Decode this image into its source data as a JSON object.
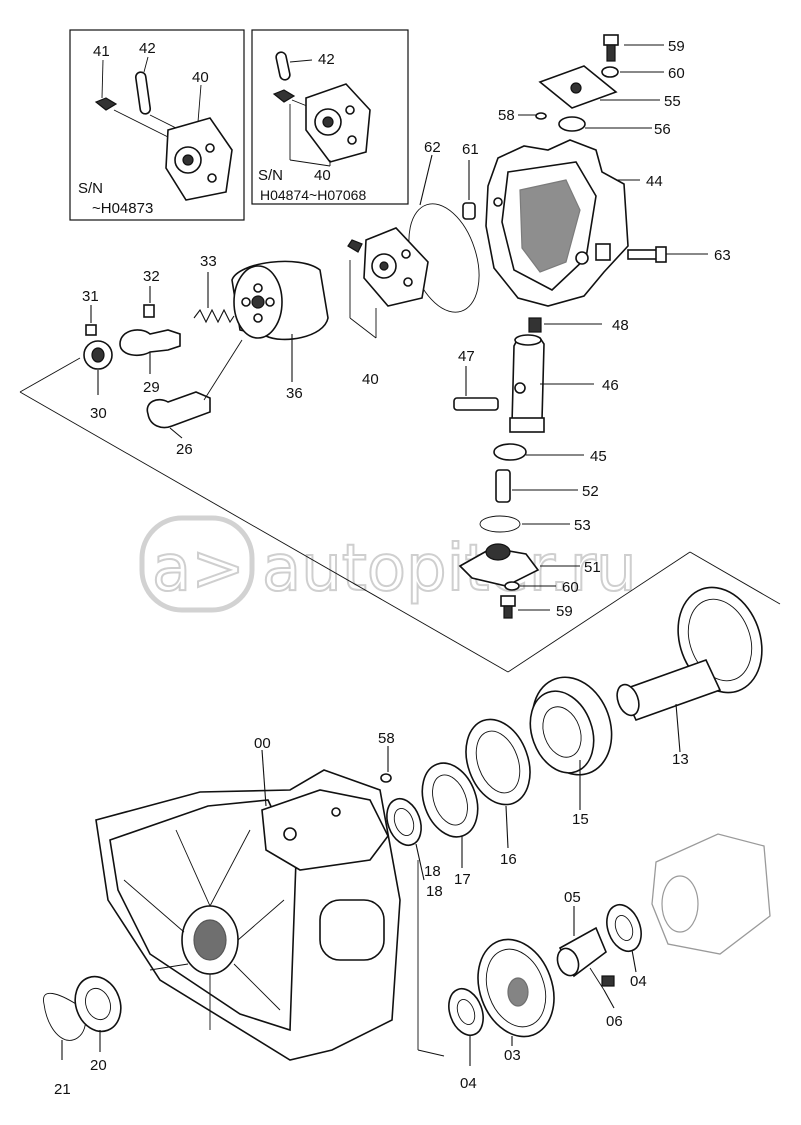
{
  "watermark": {
    "symbol": "a>",
    "text": "autopiter.ru"
  },
  "inset_boxes": [
    {
      "serial_title": "S/N",
      "serial_range": "~H04873",
      "labels": [
        "41",
        "42",
        "40"
      ]
    },
    {
      "serial_title": "S/N",
      "serial_range": "H04874~H07068",
      "labels": [
        "42",
        "40"
      ]
    }
  ],
  "part_labels": {
    "p59a": "59",
    "p60a": "60",
    "p55": "55",
    "p58a": "58",
    "p56": "56",
    "p62": "62",
    "p61": "61",
    "p44": "44",
    "p63": "63",
    "p31": "31",
    "p32": "32",
    "p33": "33",
    "p29": "29",
    "p30": "30",
    "p36": "36",
    "p26": "26",
    "p40": "40",
    "p48": "48",
    "p47": "47",
    "p46": "46",
    "p45": "45",
    "p52": "52",
    "p53": "53",
    "p51": "51",
    "p60b": "60",
    "p59b": "59",
    "p13": "13",
    "p15": "15",
    "p16": "16",
    "p17": "17",
    "p18a": "18",
    "p18b": "18",
    "p58b": "58",
    "p00": "00",
    "p05": "05",
    "p04a": "04",
    "p06": "06",
    "p03": "03",
    "p04b": "04",
    "p20": "20",
    "p21": "21"
  }
}
